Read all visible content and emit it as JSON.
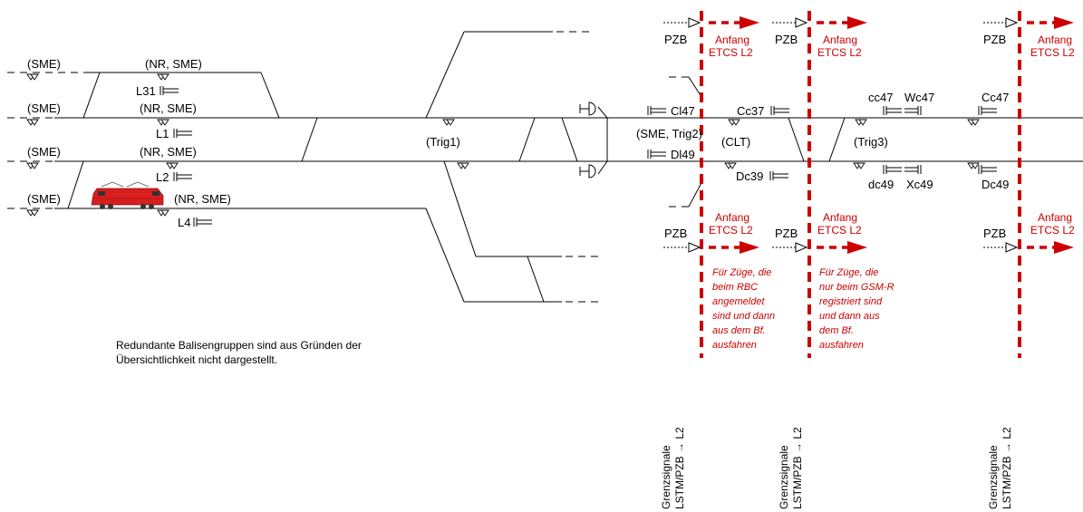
{
  "colors": {
    "track": "#000000",
    "boundary": "#cc0000",
    "train": "#d71f1f"
  },
  "left_labels": {
    "sme": "(SME)",
    "nr_sme": "(NR, SME)",
    "nr_sme_train": "(NR, SME)",
    "l31": "L31",
    "l1": "L1",
    "l2": "L2",
    "l4": "L4",
    "trig1": "(Trig1)"
  },
  "station_labels": {
    "cl47": "Cl47",
    "dl49": "Dl49",
    "sme_trig2": "(SME, Trig2)",
    "clt": "(CLT)",
    "cc37": "Cc37",
    "dc39": "Dc39",
    "cc47_lower": "cc47",
    "wc47": "Wc47",
    "cc47_upper": "Cc47",
    "trig3": "(Trig3)",
    "dc49_lower": "dc49",
    "xc49": "Xc49",
    "dc49_upper": "Dc49"
  },
  "pzb": "PZB",
  "anfang": "Anfang",
  "etcs_l2": "ETCS L2",
  "notes": {
    "rbc": [
      "Für Züge, die",
      "beim RBC",
      "angemeldet",
      "sind und dann",
      "aus dem Bf.",
      "ausfahren"
    ],
    "gsm": [
      "Für Züge, die",
      "nur beim GSM-R",
      "registriert sind",
      "und dann aus",
      "dem Bf.",
      "ausfahren"
    ],
    "redundant": [
      "Redundante Balisengruppen sind aus Gründen der",
      "Übersichtlichkeit nicht dargestellt."
    ]
  },
  "grenz": [
    "Grenzsignale",
    "LSTM/PZB → L2"
  ],
  "icons": [
    "balise-icon",
    "signal-icon",
    "buffer-stop-icon",
    "locomotive-icon",
    "pzb-arrow-icon",
    "etcs-arrow-icon"
  ]
}
